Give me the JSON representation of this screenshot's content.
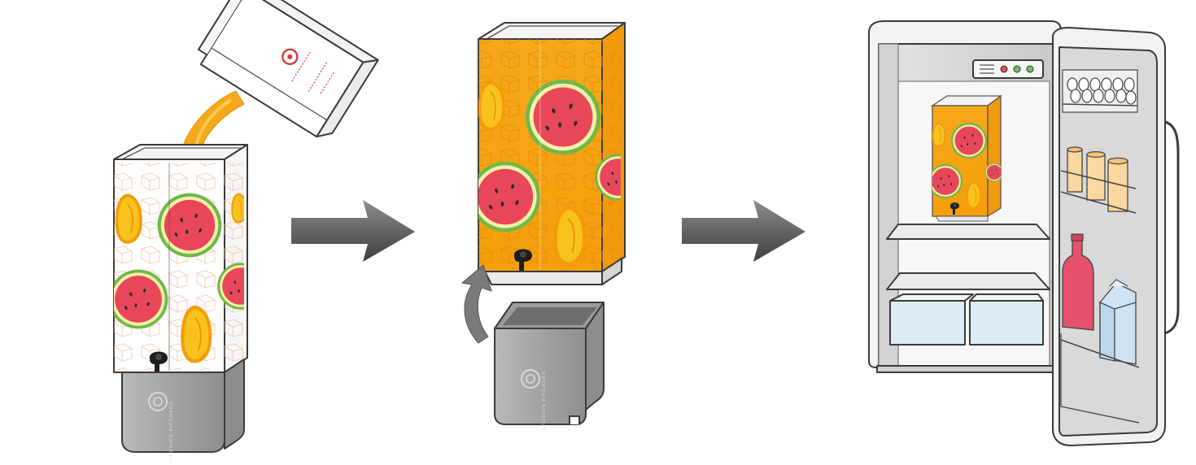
{
  "diagram": {
    "steps": [
      {
        "id": "step-1",
        "icon": "pour-juice-into-dispenser-icon"
      },
      {
        "id": "step-2",
        "icon": "remove-ice-base-icon"
      },
      {
        "id": "step-3",
        "icon": "refrigerate-dispenser-icon"
      }
    ],
    "brand": {
      "mark": "infusion-pitcher-logo-icon",
      "text": "INFUSION PITCHERS"
    },
    "colors": {
      "juice": "#f6a91b",
      "juice_light": "#fccb4e",
      "melon_red": "#e8475a",
      "melon_rind": "#6fb84a",
      "melon_pale": "#f6f0a6",
      "mango": "#f8b615",
      "base_gray": "#a9a9ab",
      "arrow_dark": "#4a4a4a",
      "arrow_light": "#8d8d8d",
      "fridge_gray": "#d6d6d6",
      "crisper_blue": "#dbeef3",
      "bottle_red": "#e6526d",
      "carton_blue": "#cfe3f3"
    }
  }
}
